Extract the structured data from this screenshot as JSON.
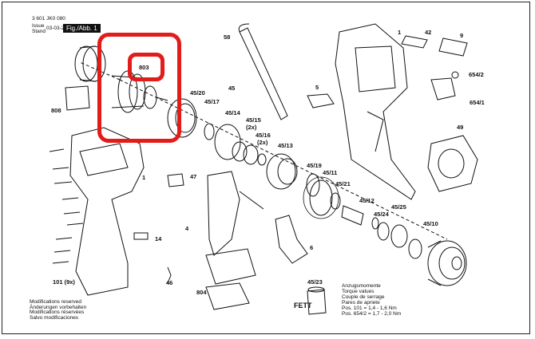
{
  "header": {
    "code": "3 601 JK0 080",
    "issue_label": "Issue",
    "stand_label": "Stand",
    "date": "03-03-22",
    "figure": "Fig./Abb. 1"
  },
  "labels": {
    "l803": "803",
    "l808": "808",
    "l58": "58",
    "l45": "45",
    "l45_20": "45/20",
    "l45_17": "45/17",
    "l45_14": "45/14",
    "l45_15": "45/15",
    "l2x_a": "(2x)",
    "l45_16": "45/16",
    "l2x_b": "(2x)",
    "l45_13": "45/13",
    "l5": "5",
    "l1_top": "1",
    "l42": "42",
    "l9": "9",
    "l654_2": "654/2",
    "l654_1": "654/1",
    "l49": "49",
    "l1_left": "1",
    "l47": "47",
    "l45_19": "45/19",
    "l45_11": "45/11",
    "l45_21": "45/21",
    "l45_12": "45/12",
    "l45_24": "45/24",
    "l45_25": "45/25",
    "l45_10": "45/10",
    "l4": "4",
    "l14": "14",
    "l6": "6",
    "l101": "101 (9x)",
    "l46": "46",
    "l804": "804",
    "l45_23": "45/23",
    "fett": "FETT"
  },
  "torque": {
    "lines": [
      "Anzugsmomente",
      "Torque values",
      "Couple de serrage",
      "Pares de apriete",
      "Pos. 101     = 1,4 - 1,6 Nm",
      "Pos. 654/2  = 1,7 - 2,0 Nm"
    ]
  },
  "footer": {
    "lines": [
      "Modifications reserved",
      "Änderungen vorbehalten",
      "Modifications réservées",
      "Salvo modificaciones"
    ]
  },
  "colors": {
    "highlight": "#e21b1b",
    "ink": "#111111"
  }
}
